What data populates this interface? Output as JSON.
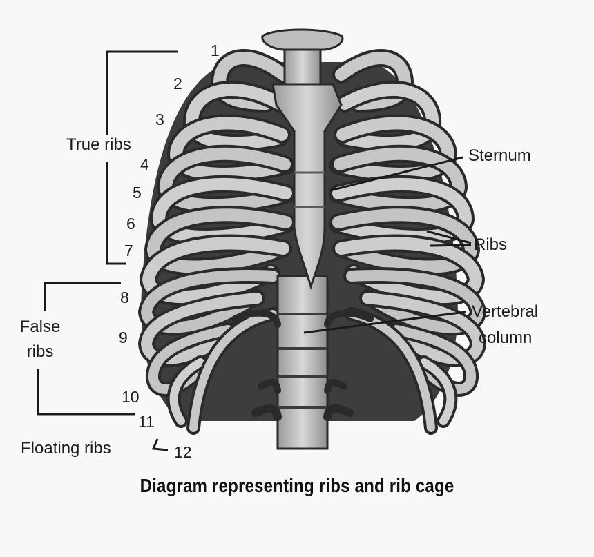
{
  "caption": "Diagram representing ribs and rib cage",
  "rib_numbers": [
    "1",
    "2",
    "3",
    "4",
    "5",
    "6",
    "7",
    "8",
    "9",
    "10",
    "11",
    "12"
  ],
  "group_labels": {
    "true_ribs": "True ribs",
    "false_ribs_line1": "False",
    "false_ribs_line2": "ribs",
    "floating_ribs": "Floating ribs"
  },
  "part_labels": {
    "sternum": "Sternum",
    "ribs": "Ribs",
    "vertebral_line1": "Vertebral",
    "vertebral_line2": "column"
  }
}
